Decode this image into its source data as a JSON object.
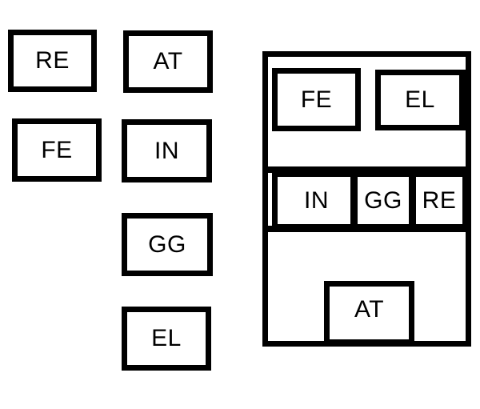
{
  "loose_pieces": [
    {
      "label": "RE"
    },
    {
      "label": "AT"
    },
    {
      "label": "FE"
    },
    {
      "label": "IN"
    },
    {
      "label": "GG"
    },
    {
      "label": "EL"
    }
  ],
  "assembly": {
    "top_row": [
      {
        "label": "FE"
      },
      {
        "label": "EL"
      }
    ],
    "middle_row": [
      {
        "label": "IN"
      },
      {
        "label": "GG"
      },
      {
        "label": "RE"
      }
    ],
    "bottom": {
      "label": "AT"
    }
  }
}
